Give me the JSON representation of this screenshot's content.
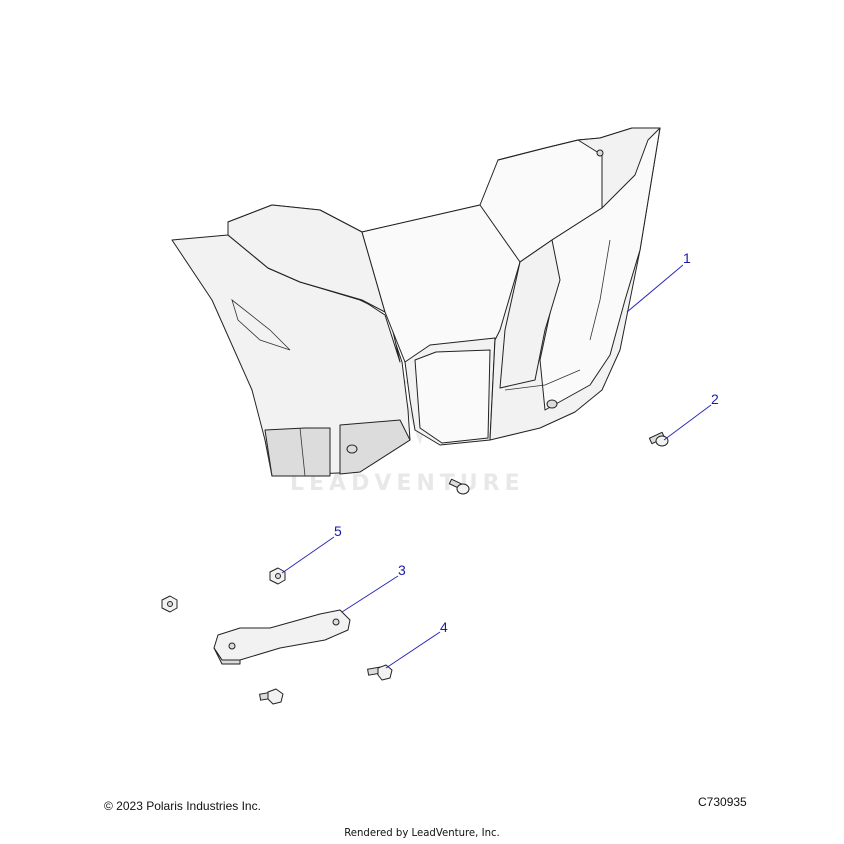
{
  "watermark": "LEADVENTURE",
  "callouts": [
    {
      "id": "1",
      "label": "1"
    },
    {
      "id": "2",
      "label": "2"
    },
    {
      "id": "3",
      "label": "3"
    },
    {
      "id": "4",
      "label": "4"
    },
    {
      "id": "5",
      "label": "5"
    }
  ],
  "footer": {
    "copyright": "© 2023 Polaris Industries Inc.",
    "diagram_code": "C730935",
    "rendered_by": "Rendered by LeadVenture, Inc."
  }
}
